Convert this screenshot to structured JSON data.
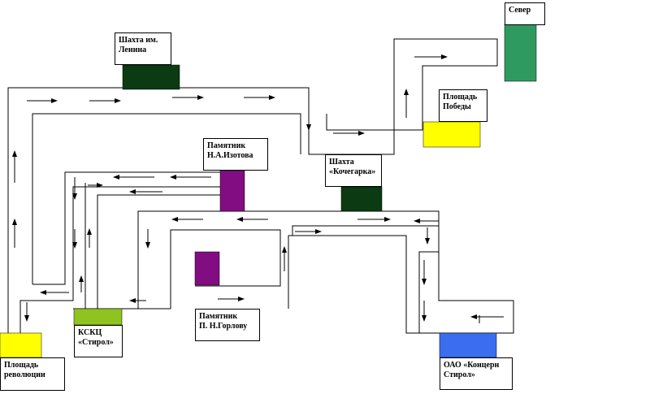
{
  "colors": {
    "route_line": "#000000",
    "green_dark": "#0b3a13",
    "green_light": "#2f9a60",
    "purple": "#820c82",
    "yellow": "#ffff00",
    "lime": "#8fc31f",
    "blue": "#3a6eee"
  },
  "labels": {
    "sever": "Север",
    "shakhta_lenina": "Шахта им.\nЛенина",
    "ploshchad_pobedy": "Площадь\nПобеды",
    "pamyatnik_izotova": "Памятник\nН.А.Изотова",
    "shakhta_kochegarka": "Шахта\n«Кочегарка»",
    "ksktz_stirol": "КСКЦ\n«Стирол»",
    "pamyatnik_gorlovu": "Памятник\nП. Н.Горлову",
    "ploshchad_revolyutsii": "Площадь\nреволюции",
    "oao_koncern_stirol": "ОАО «Концерн\nСтирол»"
  }
}
